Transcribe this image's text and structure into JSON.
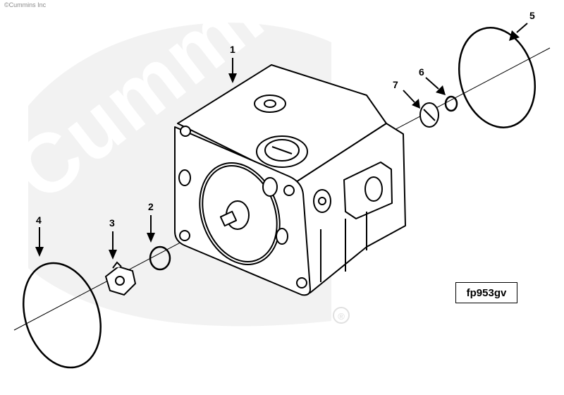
{
  "copyright": "©Cummins Inc",
  "watermark": {
    "text": "Cummins",
    "registered_mark": "®"
  },
  "callouts": [
    "1",
    "2",
    "3",
    "4",
    "5",
    "6",
    "7"
  ],
  "figure_id": "fp953gv"
}
